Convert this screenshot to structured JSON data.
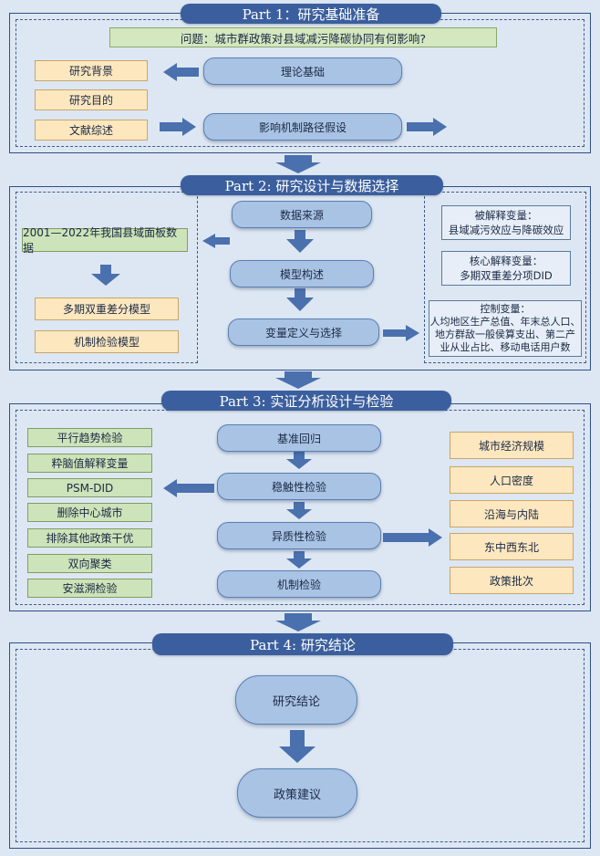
{
  "part1": {
    "title": "Part 1：研究基础准备",
    "question": "问题：城市群政策对县域减污降碳协同有何影响?",
    "left_items": [
      "研究背景",
      "研究目的",
      "文献综述"
    ],
    "center_items": [
      "理论基础",
      "影响机制路径假设"
    ]
  },
  "part2": {
    "title": "Part 2: 研究设计与数据选择",
    "data_source": "2001—2022年我国县域面板数据",
    "left_models": [
      "多期双重差分模型",
      "机制检验模型"
    ],
    "center_steps": [
      "数据来源",
      "模型构述",
      "变量定义与选择"
    ],
    "dependent": {
      "label": "被解释变量：",
      "text": "县域减污效应与降碳效应"
    },
    "core": {
      "label": "核心解释变量：",
      "text": "多期双重差分项DID"
    },
    "controls": {
      "label": "控制变量：",
      "lines": [
        "人均地区生产总值、年末总人口、",
        "地方群敌一般侯算支出、第二产",
        "业从业占比、移动电话用户数"
      ]
    }
  },
  "part3": {
    "title": "Part 3: 实证分析设计与检验",
    "left_items": [
      "平行趋势检验",
      "粋脑值解释变量",
      "PSM-DID",
      "删除中心城市",
      "排除其他政策干优",
      "双向聚类",
      "安滋溯检验"
    ],
    "center_steps": [
      "基准回归",
      "稳触性检验",
      "异质性检验",
      "机制检验"
    ],
    "right_items": [
      "城市经济规模",
      "人口密度",
      "沿海与内陆",
      "东中西东北",
      "政策批次"
    ]
  },
  "part4": {
    "title": "Part 4: 研究结论",
    "items": [
      "研究结论",
      "政策建议"
    ]
  },
  "colors": {
    "background": "#dde7f3",
    "banner": "#3b5f9e",
    "arrow": "#4a70ae",
    "pill": "#a9c3e4",
    "orange": "#fde7bf",
    "green": "#cde3b9"
  }
}
